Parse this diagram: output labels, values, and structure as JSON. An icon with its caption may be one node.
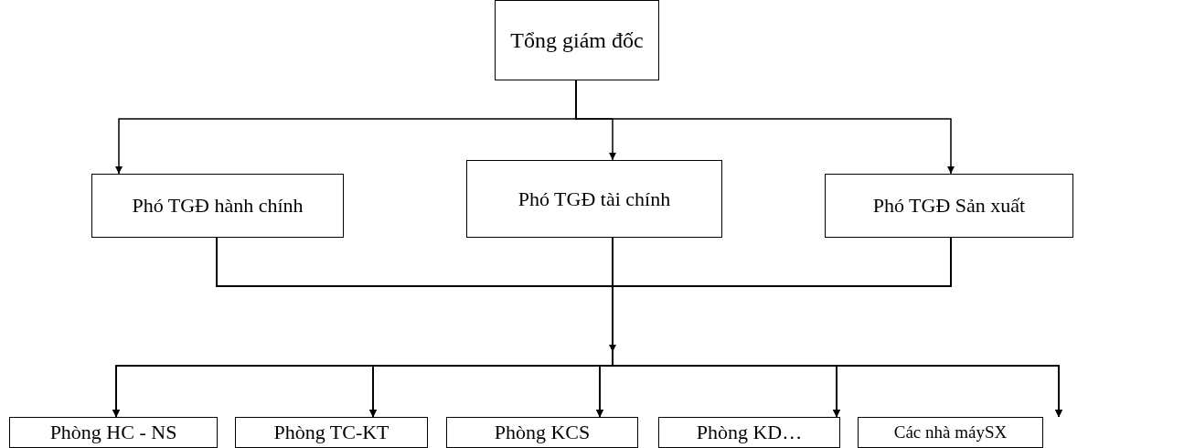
{
  "diagram": {
    "nodes": [
      {
        "text": [
          "Tổng giám đốc"
        ]
      },
      {
        "text": [
          "Phó TGĐ hành chính"
        ]
      },
      {
        "text": [
          "Phó TGĐ tài chính"
        ]
      },
      {
        "text": [
          "Phó TGĐ Sản xuất"
        ]
      },
      {
        "text": [
          "Phòng HC - NS"
        ]
      },
      {
        "text": [
          "Phòng TC-KT"
        ]
      },
      {
        "text": [
          "Phòng KCS"
        ]
      },
      {
        "text": [
          "Phòng KD…"
        ]
      },
      {
        "text": [
          "Các nhà máySX"
        ]
      }
    ],
    "edges": [
      {
        "from": 0,
        "to": 1,
        "arrow": "to"
      },
      {
        "from": 0,
        "to": 2,
        "arrow": "to"
      },
      {
        "from": 0,
        "to": 3,
        "arrow": "to"
      },
      {
        "from": 1,
        "to": 4,
        "arrow": "to"
      },
      {
        "from": 1,
        "to": 5,
        "arrow": "to"
      },
      {
        "from": 1,
        "to": 6,
        "arrow": "to"
      },
      {
        "from": 1,
        "to": 7,
        "arrow": "to"
      },
      {
        "from": 1,
        "to": 8,
        "arrow": "to"
      },
      {
        "from": 2,
        "to": 4,
        "arrow": "to"
      },
      {
        "from": 2,
        "to": 5,
        "arrow": "to"
      },
      {
        "from": 2,
        "to": 6,
        "arrow": "to"
      },
      {
        "from": 2,
        "to": 7,
        "arrow": "to"
      },
      {
        "from": 2,
        "to": 8,
        "arrow": "to"
      },
      {
        "from": 3,
        "to": 4,
        "arrow": "to"
      },
      {
        "from": 3,
        "to": 5,
        "arrow": "to"
      },
      {
        "from": 3,
        "to": 6,
        "arrow": "to"
      },
      {
        "from": 3,
        "to": 7,
        "arrow": "to"
      },
      {
        "from": 3,
        "to": 8,
        "arrow": "to"
      }
    ]
  }
}
